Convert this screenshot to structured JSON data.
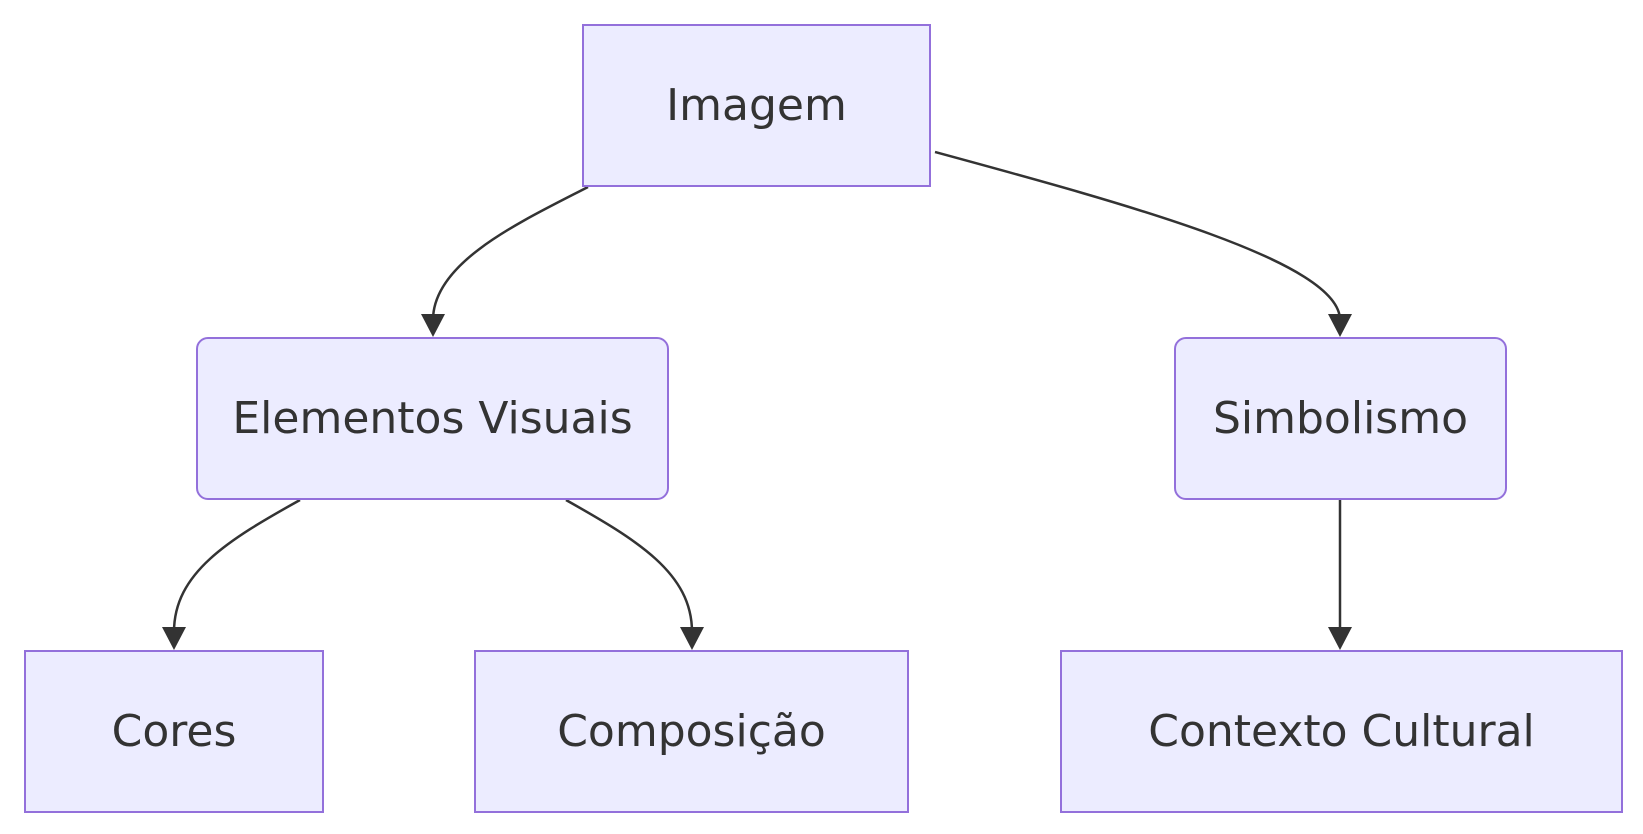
{
  "diagram": {
    "type": "flowchart",
    "direction": "top-down",
    "nodes": [
      {
        "id": "imagem",
        "label": "Imagem",
        "shape": "rectangle"
      },
      {
        "id": "elementos",
        "label": "Elementos Visuais",
        "shape": "rounded"
      },
      {
        "id": "simbolismo",
        "label": "Simbolismo",
        "shape": "rounded"
      },
      {
        "id": "cores",
        "label": "Cores",
        "shape": "rectangle"
      },
      {
        "id": "composicao",
        "label": "Composição",
        "shape": "rectangle"
      },
      {
        "id": "contexto",
        "label": "Contexto Cultural",
        "shape": "rectangle"
      }
    ],
    "edges": [
      {
        "from": "imagem",
        "to": "elementos"
      },
      {
        "from": "imagem",
        "to": "simbolismo"
      },
      {
        "from": "elementos",
        "to": "cores"
      },
      {
        "from": "elementos",
        "to": "composicao"
      },
      {
        "from": "simbolismo",
        "to": "contexto"
      }
    ],
    "colors": {
      "node_fill": "#ececff",
      "node_border": "#9370db",
      "text": "#333333",
      "edge": "#333333",
      "background": "#ffffff"
    }
  }
}
